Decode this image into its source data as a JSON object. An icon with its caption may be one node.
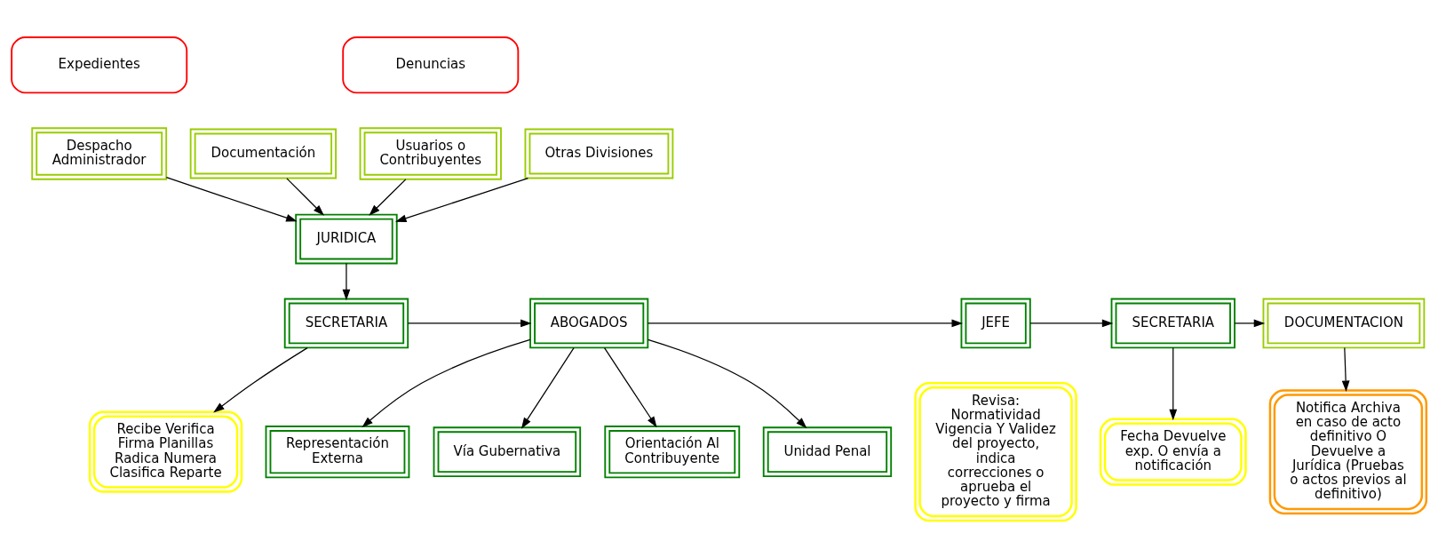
{
  "diagram": {
    "nodes": [
      {
        "text": [
          "Expedientes"
        ]
      },
      {
        "text": [
          "Denuncias"
        ]
      },
      {
        "text": [
          "Despacho Administrador"
        ]
      },
      {
        "text": [
          "Documentación"
        ]
      },
      {
        "text": [
          "Usuarios o Contribuyentes"
        ]
      },
      {
        "text": [
          "Otras Divisiones"
        ]
      },
      {
        "text": [
          "JURIDICA"
        ]
      },
      {
        "text": [
          "SECRETARIA"
        ]
      },
      {
        "text": [
          "ABOGADOS"
        ]
      },
      {
        "text": [
          "JEFE"
        ]
      },
      {
        "text": [
          "SECRETARIA"
        ]
      },
      {
        "text": [
          "DOCUMENTACION"
        ]
      },
      {
        "text": [
          "Recibe Verifica Firma Planillas Radica Numera Clasifica Reparte"
        ]
      },
      {
        "text": [
          "Representación Externa"
        ]
      },
      {
        "text": [
          "Vía Gubernativa"
        ]
      },
      {
        "text": [
          "Orientación Al Contribuyente"
        ]
      },
      {
        "text": [
          "Unidad Penal"
        ]
      },
      {
        "text": [
          "Revisa: Normatividad Vigencia Y Validez del proyecto, indica correcciones o aprueba el proyecto y firma"
        ]
      },
      {
        "text": [
          "Fecha Devuelve exp. O envía a notificación"
        ]
      },
      {
        "text": [
          "Notifica Archiva en caso de acto definitivo O Devuelve a Jurídica (Pruebas o actos previos al definitivo)"
        ]
      }
    ],
    "edges": [
      {
        "from": 2,
        "to": 6,
        "arrow": "to"
      },
      {
        "from": 3,
        "to": 6,
        "arrow": "to"
      },
      {
        "from": 4,
        "to": 6,
        "arrow": "to"
      },
      {
        "from": 5,
        "to": 6,
        "arrow": "to"
      },
      {
        "from": 6,
        "to": 7,
        "arrow": "to"
      },
      {
        "from": 7,
        "to": 8,
        "arrow": "to"
      },
      {
        "from": 8,
        "to": 9,
        "arrow": "to"
      },
      {
        "from": 9,
        "to": 10,
        "arrow": "to"
      },
      {
        "from": 10,
        "to": 11,
        "arrow": "to"
      },
      {
        "from": 7,
        "to": 12,
        "arrow": "to"
      },
      {
        "from": 8,
        "to": 13,
        "arrow": "to"
      },
      {
        "from": 8,
        "to": 14,
        "arrow": "to"
      },
      {
        "from": 8,
        "to": 15,
        "arrow": "to"
      },
      {
        "from": 8,
        "to": 16,
        "arrow": "to"
      },
      {
        "from": 10,
        "to": 18,
        "arrow": "to"
      },
      {
        "from": 11,
        "to": 19,
        "arrow": "to"
      }
    ]
  }
}
